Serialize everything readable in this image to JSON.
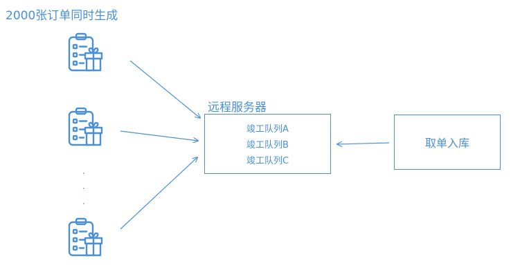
{
  "title": "2000张订单同时生成",
  "server": {
    "label": "远程服务器",
    "queues": [
      "竣工队列A",
      "竣工队列B",
      "竣工队列C"
    ]
  },
  "fetch_box": {
    "label": "取单入库"
  },
  "ellipsis_dots": [
    ".",
    ".",
    "."
  ],
  "icons": {
    "order_sources": [
      "order-gift-icon",
      "order-gift-icon",
      "order-gift-icon"
    ]
  },
  "colors": {
    "accent": "#4a90d9",
    "background": "#ffffff"
  }
}
